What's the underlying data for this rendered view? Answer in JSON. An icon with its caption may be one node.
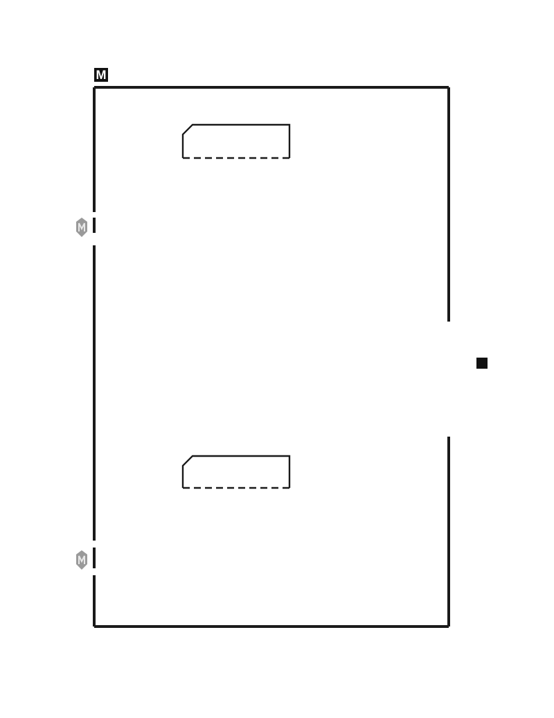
{
  "diagram": {
    "nodes": [
      {
        "text": [],
        "shape": "box"
      },
      {
        "text": [],
        "shape": "card",
        "in": 0
      },
      {
        "text": [],
        "shape": "card",
        "in": 0
      }
    ],
    "labels": [
      "M"
    ]
  }
}
